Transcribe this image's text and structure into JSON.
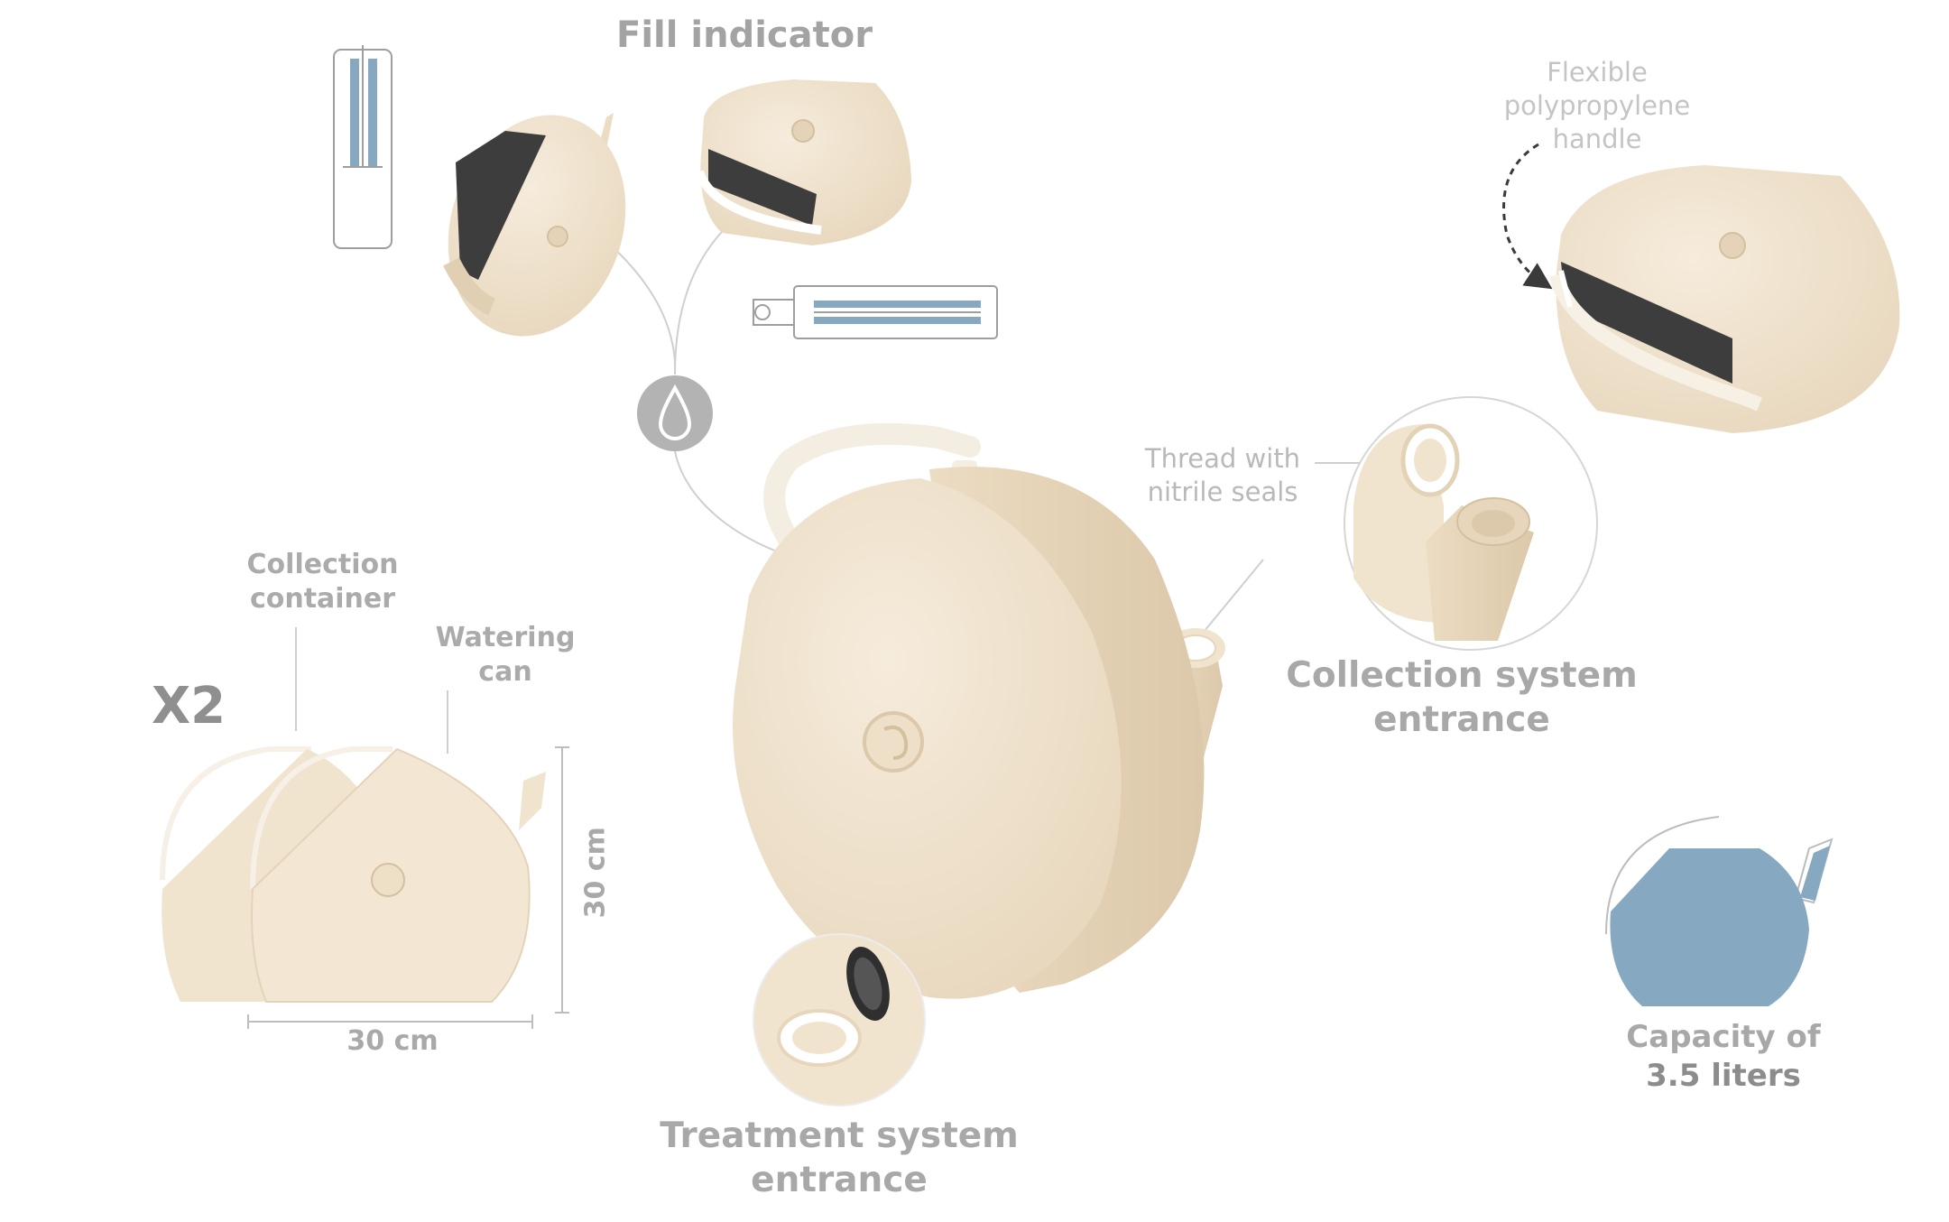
{
  "labels": {
    "fill_indicator": "Fill  indicator",
    "flexible_handle": [
      "Flexible",
      "polypropylene",
      "handle"
    ],
    "thread": [
      "Thread with",
      "nitrile seals"
    ],
    "collection_entrance": [
      "Collection system",
      "entrance"
    ],
    "collection_container": [
      "Collection",
      "container"
    ],
    "watering_can": [
      "Watering",
      "can"
    ],
    "multiplier": "X2",
    "width_dim": "30 cm",
    "height_dim": "30 cm",
    "treatment_entrance": [
      "Treatment system",
      "entrance"
    ],
    "capacity_line1": "Capacity of",
    "capacity_line2": "3.5 liters"
  },
  "icons": {
    "water_drop": "water-drop-icon"
  },
  "colors": {
    "body": "#f1e4cf",
    "body_shade": "#e4d3b8",
    "water": "#86a8c0",
    "label": "#a8a8a8",
    "drop_badge": "#b3b3b3",
    "dark_inner": "#3d3d3d"
  }
}
